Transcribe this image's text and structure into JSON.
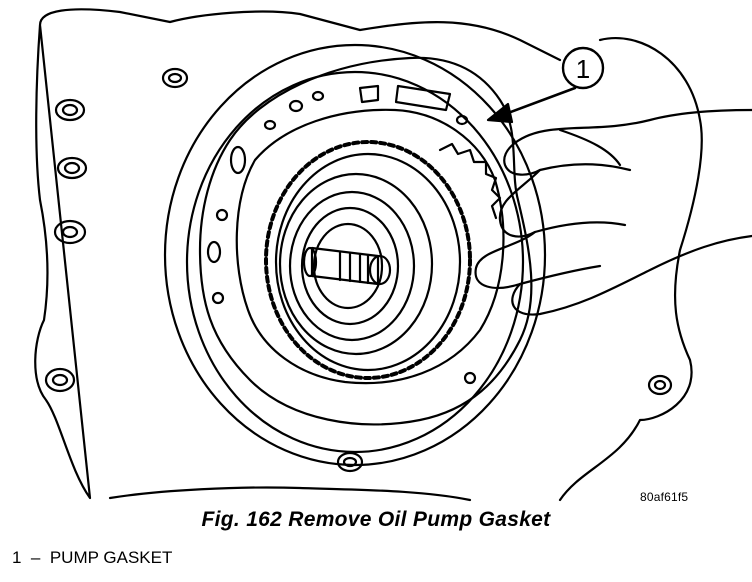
{
  "figure": {
    "caption": "Fig. 162 Remove Oil Pump Gasket",
    "ref_code": "80af61f5"
  },
  "callouts": [
    {
      "number": "1",
      "dash": "–",
      "label": "PUMP GASKET"
    }
  ],
  "colors": {
    "ink": "#000000",
    "paper": "#ffffff"
  }
}
